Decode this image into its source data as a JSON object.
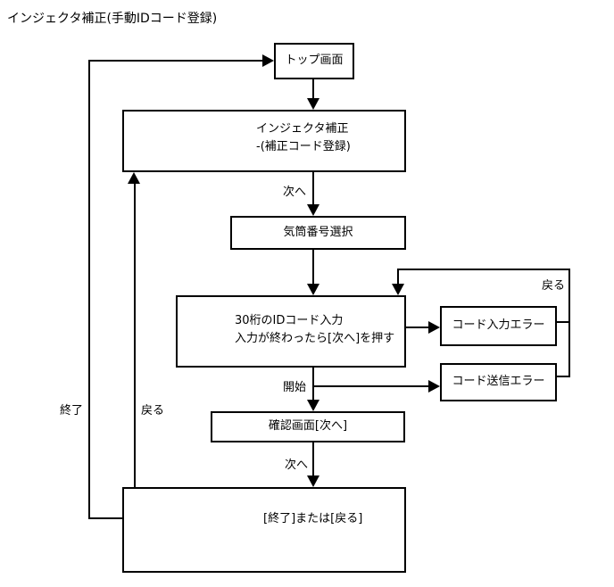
{
  "title": "インジェクタ補正(手動IDコード登録)",
  "nodes": {
    "top_screen": {
      "label": "トップ画面"
    },
    "injector_correction": {
      "line1": "インジェクタ補正",
      "line2": "-(補正コード登録)"
    },
    "cylinder_select": {
      "label": "気筒番号選択"
    },
    "id_code_input": {
      "line1": "30桁のIDコード入力",
      "line2": "入力が終わったら[次へ]を押す"
    },
    "code_input_error": {
      "label": "コード入力エラー"
    },
    "code_send_error": {
      "label": "コード送信エラー"
    },
    "confirm_screen": {
      "label": "確認画面[次へ]"
    },
    "end_or_back": {
      "label": "[終了]または[戻る]"
    }
  },
  "edge_labels": {
    "next_1": "次へ",
    "start": "開始",
    "next_2": "次へ",
    "exit": "終了",
    "back_inner": "戻る",
    "back_outer": "戻る"
  },
  "colors": {
    "line": "#000000",
    "background": "#ffffff",
    "node_fill": "#ffffff"
  }
}
